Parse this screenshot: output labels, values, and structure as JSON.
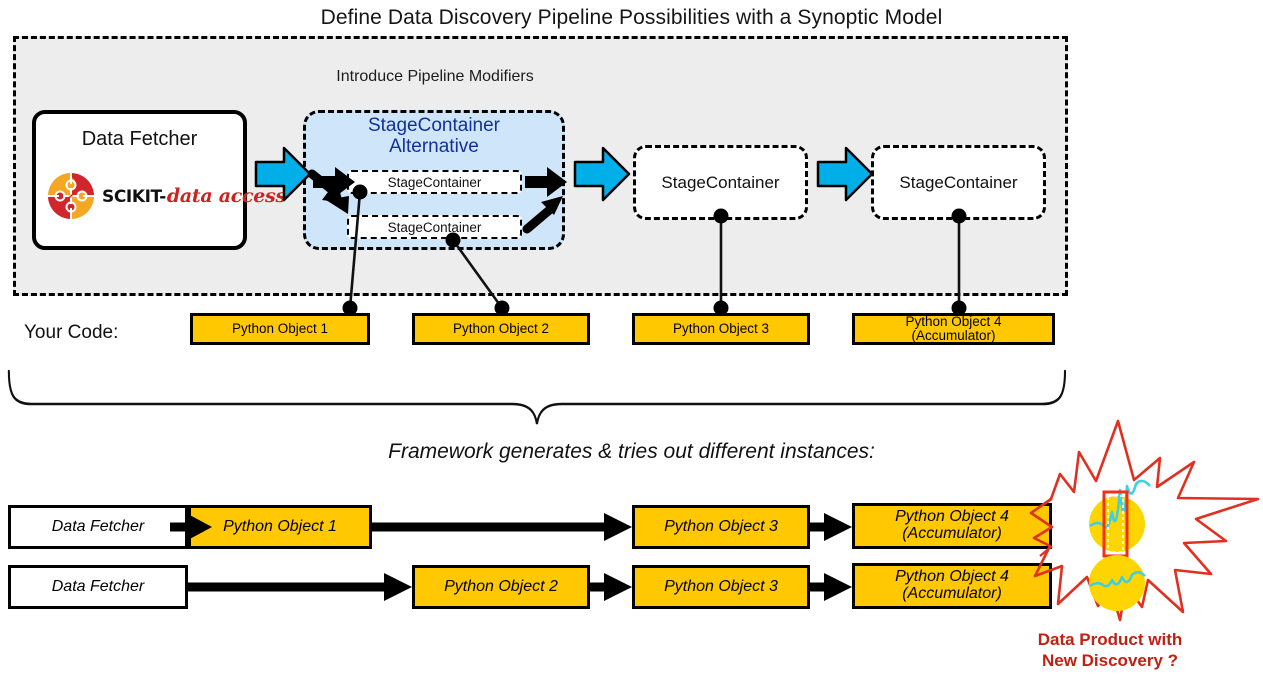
{
  "title": "Define Data Discovery Pipeline Possibilities with a Synoptic Model",
  "synoptic_panel": {
    "modifiers_label": "Introduce Pipeline Modifiers",
    "fetcher": {
      "title": "Data Fetcher",
      "logo_primary": "SCIKIT-",
      "logo_secondary": "data access",
      "logo_icon": "puzzle-circle-icon"
    },
    "alternative": {
      "title_line1": "StageContainer",
      "title_line2": "Alternative",
      "inner_stages": [
        {
          "label": "StageContainer"
        },
        {
          "label": "StageContainer"
        }
      ]
    },
    "stages": [
      {
        "label": "StageContainer"
      },
      {
        "label": "StageContainer"
      }
    ]
  },
  "your_code": {
    "label": "Your Code:",
    "objects": [
      {
        "line1": "Python Object 1",
        "line2": ""
      },
      {
        "line1": "Python Object 2",
        "line2": ""
      },
      {
        "line1": "Python Object 3",
        "line2": ""
      },
      {
        "line1": "Python Object 4",
        "line2": "(Accumulator)"
      }
    ]
  },
  "framework_text": "Framework generates & tries out different instances:",
  "instances": {
    "row1": [
      {
        "label": "Data Fetcher",
        "kind": "white"
      },
      {
        "label": "Python Object 1",
        "kind": "yellow"
      },
      {
        "label": "Python Object 3",
        "kind": "yellow"
      },
      {
        "line1": "Python Object 4",
        "line2": "(Accumulator)",
        "kind": "yellow"
      }
    ],
    "row2": [
      {
        "label": "Data Fetcher",
        "kind": "white"
      },
      {
        "label": "Python Object 2",
        "kind": "yellow"
      },
      {
        "label": "Python Object 3",
        "kind": "yellow"
      },
      {
        "line1": "Python Object 4",
        "line2": "(Accumulator)",
        "kind": "yellow"
      }
    ]
  },
  "discovery": {
    "line1": "Data Product with",
    "line2": "New Discovery ?",
    "burst_icon": "starburst-icon",
    "products": [
      {
        "icon": "waveform-spike-icon",
        "highlighted": true
      },
      {
        "icon": "waveform-flat-icon",
        "highlighted": false
      }
    ]
  },
  "colors": {
    "panel_bg": "#ededed",
    "alt_bg": "#cfe6fa",
    "alt_text": "#13309c",
    "yellow": "#FFC800",
    "blue_arrow": "#00aee8",
    "red": "#bf2114",
    "waveform": "#3fd0e0"
  }
}
